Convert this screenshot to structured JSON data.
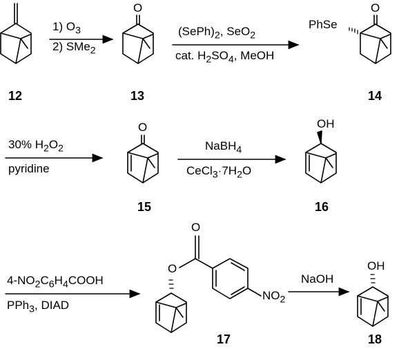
{
  "reactions": [
    {
      "id": "r1",
      "above": [
        "1) O",
        "3"
      ],
      "below": [
        "2) SMe",
        "2"
      ]
    },
    {
      "id": "r2",
      "above": [
        "(SePh)",
        "2",
        ", SeO",
        "2"
      ],
      "below": [
        "cat. H",
        "2",
        "SO",
        "4",
        ", MeOH"
      ]
    },
    {
      "id": "r3",
      "above": [
        "30% H",
        "2",
        "O",
        "2"
      ],
      "below": [
        "pyridine"
      ]
    },
    {
      "id": "r4",
      "above": [
        "NaBH",
        "4"
      ],
      "below": [
        "CeCl",
        "3",
        "·7H",
        "2",
        "O"
      ]
    },
    {
      "id": "r5",
      "above": [
        "4-NO",
        "2",
        "C",
        "6",
        "H",
        "4",
        "COOH"
      ],
      "below": [
        "PPh",
        "3",
        ", DIAD"
      ]
    },
    {
      "id": "r6",
      "above": [
        "NaOH"
      ],
      "below": []
    }
  ],
  "compounds": [
    {
      "number": "12"
    },
    {
      "number": "13",
      "atom": "O"
    },
    {
      "number": "14",
      "atom": "O",
      "substituent": "PhSe"
    },
    {
      "number": "15",
      "atom": "O"
    },
    {
      "number": "16",
      "atom": "OH"
    },
    {
      "number": "17",
      "atoms": [
        "O",
        "O"
      ],
      "nitro": [
        "NO",
        "2"
      ]
    },
    {
      "number": "18",
      "atom": "OH"
    }
  ]
}
